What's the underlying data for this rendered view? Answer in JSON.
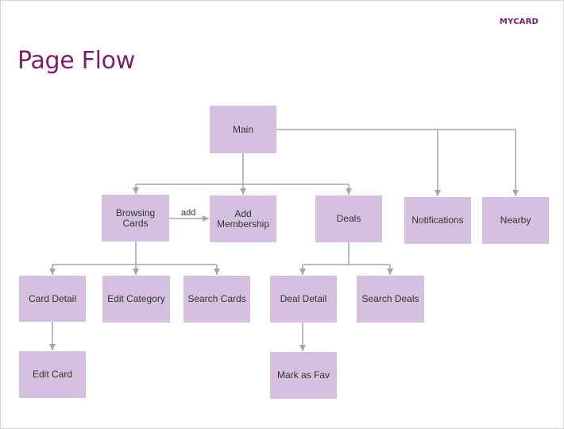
{
  "brand": "MYCARD",
  "title": "Page Flow",
  "nodes": {
    "main": "Main",
    "browsing_cards": "Browsing\nCards",
    "add_membership": "Add\nMembership",
    "deals": "Deals",
    "notifications": "Notifications",
    "nearby": "Nearby",
    "card_detail": "Card Detail",
    "edit_category": "Edit Category",
    "search_cards": "Search Cards",
    "deal_detail": "Deal Detail",
    "search_deals": "Search Deals",
    "edit_card": "Edit Card",
    "mark_as_fav": "Mark as Fav"
  },
  "edge_labels": {
    "add": "add"
  },
  "colors": {
    "accent": "#7a1f6e",
    "node_fill": "#d5c1df",
    "connector": "#a6a6a6"
  }
}
